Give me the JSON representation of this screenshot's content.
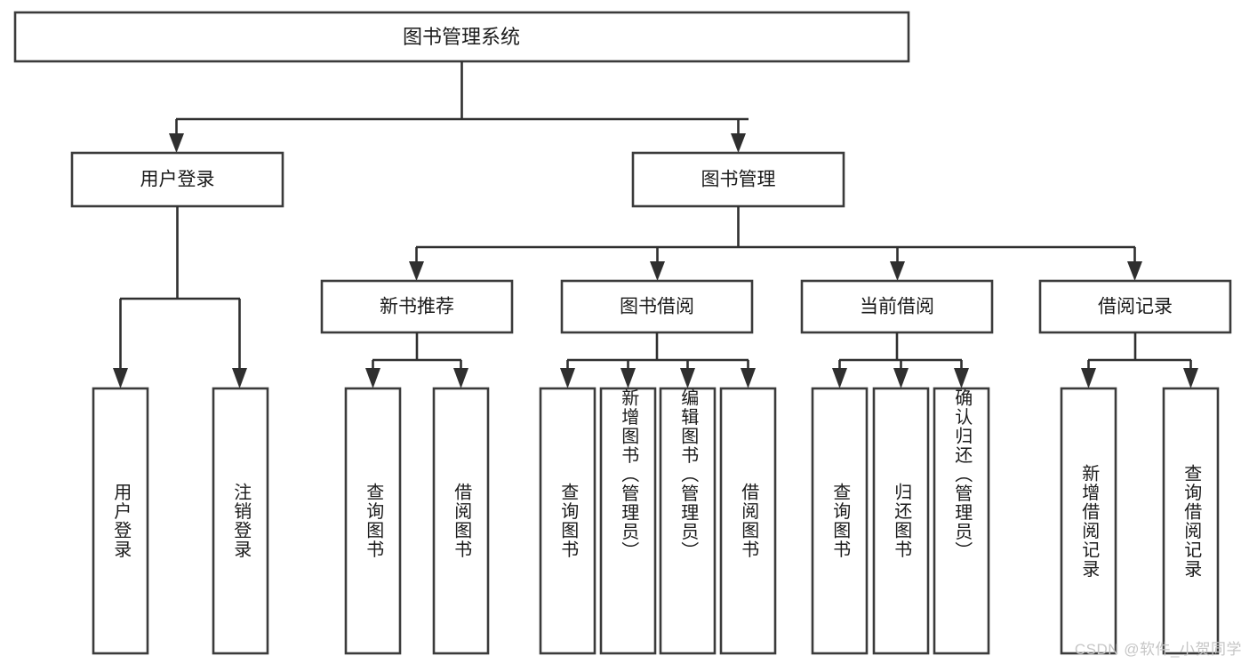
{
  "diagram": {
    "type": "tree-hierarchy",
    "title": "图书管理系统",
    "orientation": "top-down",
    "colors": {
      "box_stroke": "#3b3b3b",
      "box_fill": "#ffffff",
      "line": "#2f2f2f",
      "text": "#1b1b1b",
      "watermark": "#c6c6c6",
      "background": "#ffffff"
    },
    "root": {
      "label": "图书管理系统"
    },
    "level2": [
      {
        "label": "用户登录"
      },
      {
        "label": "图书管理"
      }
    ],
    "level3": [
      {
        "label": "新书推荐"
      },
      {
        "label": "图书借阅"
      },
      {
        "label": "当前借阅"
      },
      {
        "label": "借阅记录"
      }
    ],
    "leaves": {
      "user_login": [
        {
          "label": "用户登录"
        },
        {
          "label": "注销登录"
        }
      ],
      "new_book_recommend": [
        {
          "label": "查询图书"
        },
        {
          "label": "借阅图书"
        }
      ],
      "book_borrow": [
        {
          "label": "查询图书"
        },
        {
          "label": "新增图书（管理员）"
        },
        {
          "label": "编辑图书（管理员）"
        },
        {
          "label": "借阅图书"
        }
      ],
      "current_borrow": [
        {
          "label": "查询图书"
        },
        {
          "label": "归还图书"
        },
        {
          "label": "确认归还（管理员）"
        }
      ],
      "borrow_record": [
        {
          "label": "新增借阅记录"
        },
        {
          "label": "查询借阅记录"
        }
      ]
    }
  },
  "watermark": {
    "text": "CSDN @软件_小贺同学"
  }
}
